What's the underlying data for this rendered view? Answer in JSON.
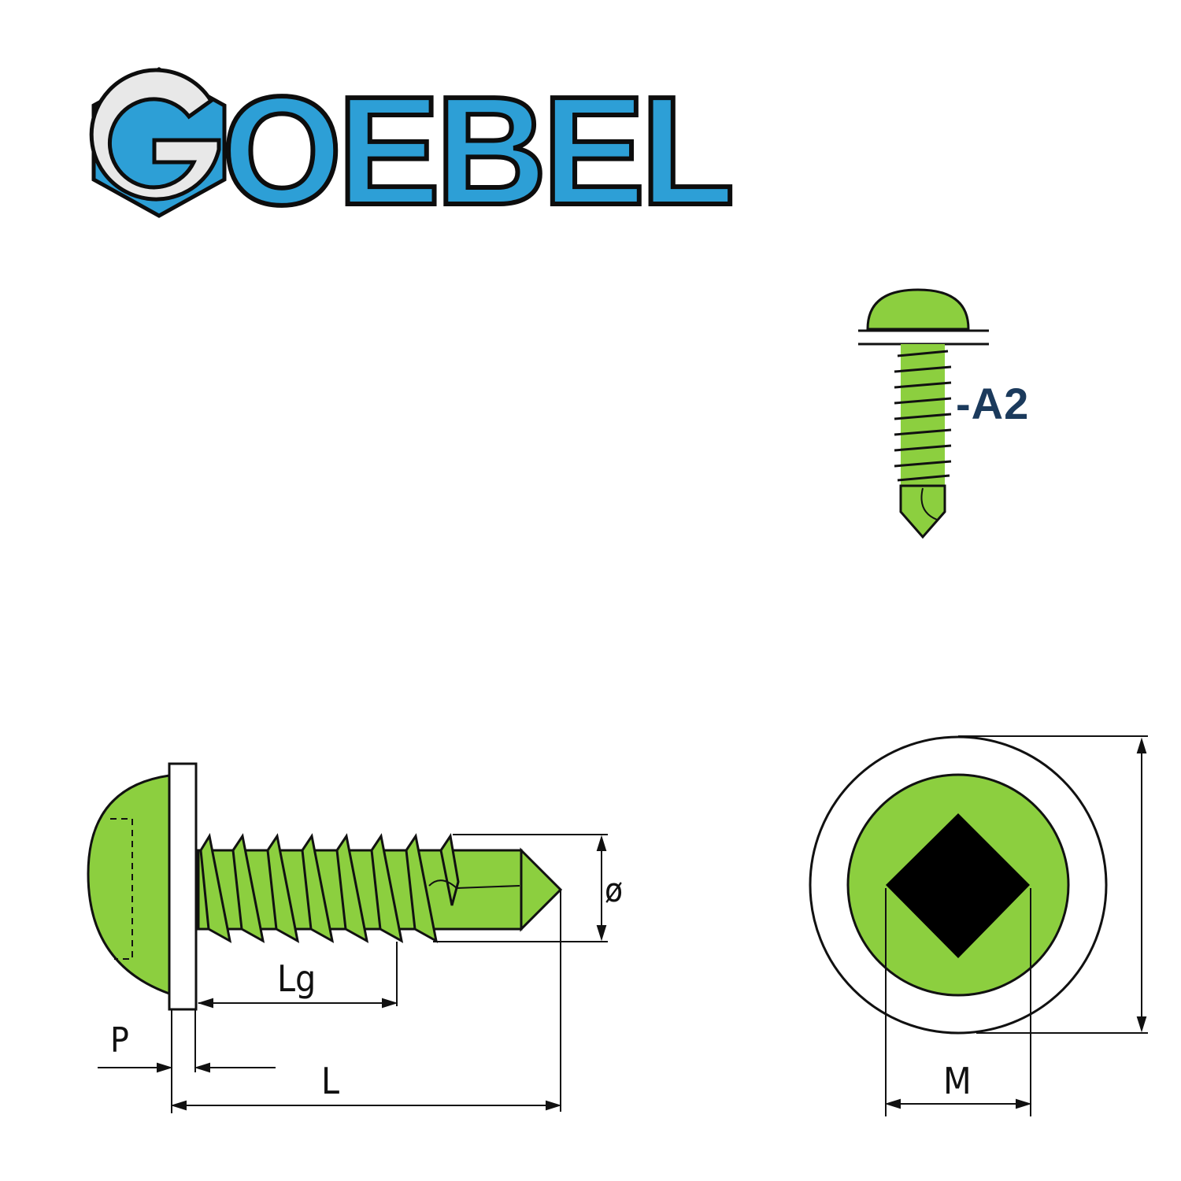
{
  "logo": {
    "brand_text": "OEBEL",
    "initial": "G",
    "full_name": "GOEBEL",
    "brand_color": "#2d9fd6",
    "initial_color": "#e6e6e6"
  },
  "product_icon": {
    "material_label": "-A2",
    "label_color": "#1b3a5c",
    "screw_color": "#8ccf3f"
  },
  "side_view": {
    "dimensions": {
      "P": "P",
      "Lg": "Lg",
      "L": "L",
      "diameter": "ø"
    }
  },
  "head_view": {
    "dimensions": {
      "M": "M"
    },
    "drive_type": "square-recess"
  },
  "colors": {
    "screw_green": "#8ccf3f",
    "outline": "#111111",
    "drive_recess": "#000000"
  }
}
